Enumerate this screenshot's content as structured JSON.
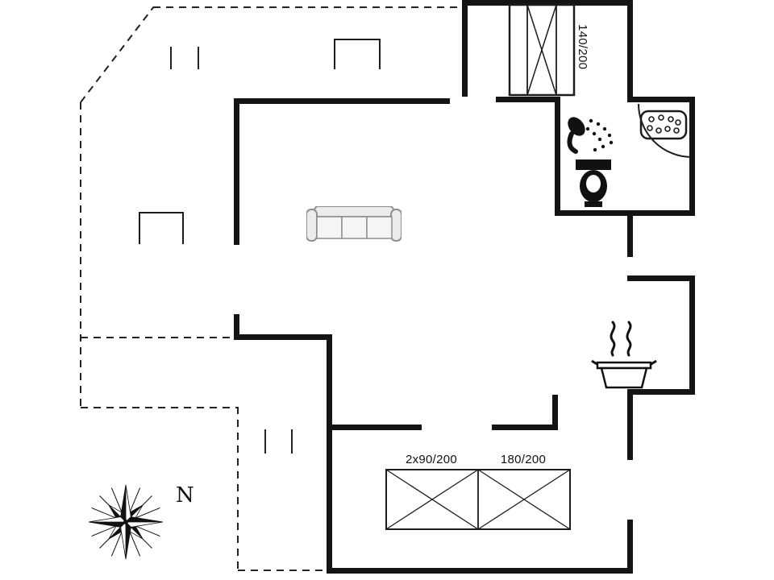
{
  "labels": {
    "bed_top_right": "140/200",
    "beds_bottom_left": "2x90/200",
    "beds_bottom_right": "180/200",
    "compass_north": "N"
  },
  "colors": {
    "wall": "#141414",
    "outline_dashed": "#222222",
    "furniture_stroke": "#1c1c1c",
    "sofa_gray": "#8f8f8f",
    "background": "#ffffff"
  },
  "icons": {
    "compass-rose-icon": "multi-point compass star with spokes",
    "sofa-icon": "three-seat sofa, top view",
    "double-bed-icon": "double bed 140x200, top view",
    "twin-beds-icon": "two beds with cross diagonals",
    "shower-icon": "handheld shower head with spray dots",
    "toilet-icon": "toilet silhouette, top view",
    "washbasin-icon": "rounded tray with dots",
    "stove-pot-icon": "cooking pot with rising steam",
    "door-arc-icon": "door swing arc",
    "terrace-table-icon": "open rectangle garden furniture",
    "terrace-marker-icon": "short boundary tick"
  }
}
